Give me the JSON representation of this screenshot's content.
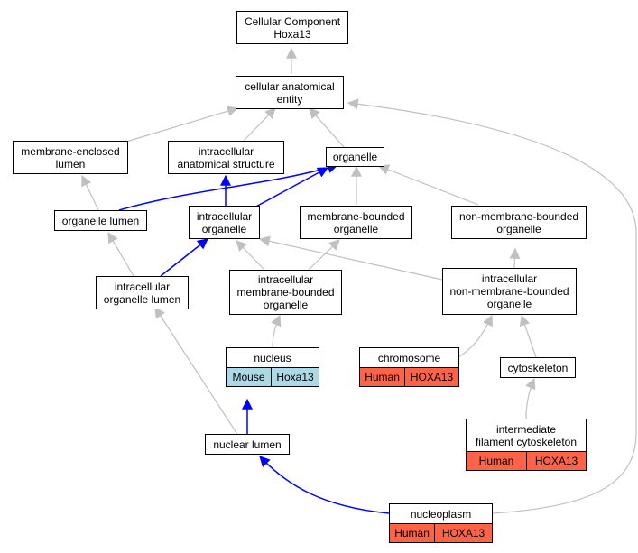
{
  "colors": {
    "gray_edge": "#c0c0c0",
    "blue_edge": "#0000ff",
    "mouse": "#add8e6",
    "human": "#ff6347"
  },
  "nodes": {
    "root": "Cellular Component\nHoxa13",
    "cellular_anatomical_entity": "cellular anatomical\nentity",
    "membrane_enclosed_lumen": "membrane-enclosed\nlumen",
    "intracellular_anatomical_structure": "intracellular\nanatomical structure",
    "organelle": "organelle",
    "organelle_lumen": "organelle lumen",
    "intracellular_organelle": "intracellular\norganelle",
    "membrane_bounded_organelle": "membrane-bounded\norganelle",
    "non_membrane_bounded_organelle": "non-membrane-bounded\norganelle",
    "intracellular_organelle_lumen": "intracellular\norganelle lumen",
    "intracellular_membrane_bounded_organelle": "intracellular\nmembrane-bounded\norganelle",
    "intracellular_non_membrane_bounded_organelle": "intracellular\nnon-membrane-bounded\norganelle",
    "nucleus": "nucleus",
    "chromosome": "chromosome",
    "cytoskeleton": "cytoskeleton",
    "intermediate_filament_cytoskeleton": "intermediate\nfilament cytoskeleton",
    "nuclear_lumen": "nuclear lumen",
    "nucleoplasm": "nucleoplasm"
  },
  "annotations": {
    "nucleus": {
      "species": "Mouse",
      "gene": "Hoxa13"
    },
    "chromosome": {
      "species": "Human",
      "gene": "HOXA13"
    },
    "intermediate_filament_cytoskeleton": {
      "species": "Human",
      "gene": "HOXA13"
    },
    "nucleoplasm": {
      "species": "Human",
      "gene": "HOXA13"
    }
  }
}
